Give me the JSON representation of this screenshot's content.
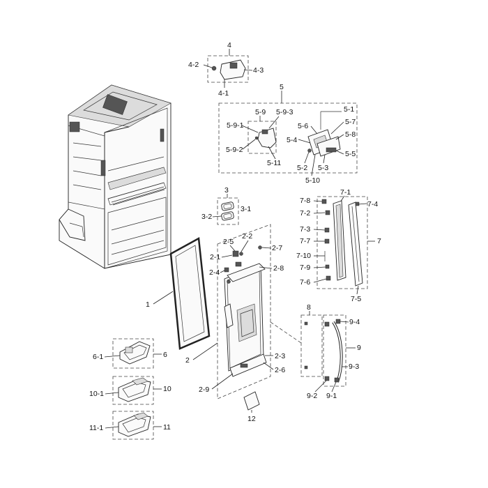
{
  "labels": {
    "l4": "4",
    "l4_1": "4-1",
    "l4_2": "4-2",
    "l4_3": "4-3",
    "l5": "5",
    "l5_1": "5-1",
    "l5_2": "5-2",
    "l5_3": "5-3",
    "l5_4": "5-4",
    "l5_5": "5-5",
    "l5_6": "5-6",
    "l5_7": "5-7",
    "l5_8": "5-8",
    "l5_9": "5-9",
    "l5_9_1": "5-9-1",
    "l5_9_2": "5-9-2",
    "l5_9_3": "5-9-3",
    "l5_10": "5-10",
    "l5_11": "5-11",
    "l3": "3",
    "l3_1": "3-1",
    "l3_2": "3-2",
    "l7": "7",
    "l7_1": "7-1",
    "l7_2": "7-2",
    "l7_3": "7-3",
    "l7_4": "7-4",
    "l7_5": "7-5",
    "l7_6": "7-6",
    "l7_7": "7-7",
    "l7_8": "7-8",
    "l7_9": "7-9",
    "l7_10": "7-10",
    "l1": "1",
    "l2": "2",
    "l2_1": "2-1",
    "l2_2": "2-2",
    "l2_3": "2-3",
    "l2_4": "2-4",
    "l2_5": "2-5",
    "l2_6": "2-6",
    "l2_7": "2-7",
    "l2_8": "2-8",
    "l2_9": "2-9",
    "l8": "8",
    "l9": "9",
    "l9_1": "9-1",
    "l9_2": "9-2",
    "l9_3": "9-3",
    "l9_4": "9-4",
    "l6": "6",
    "l6_1": "6-1",
    "l10": "10",
    "l10_1": "10-1",
    "l11": "11",
    "l11_1": "11-1",
    "l12": "12"
  }
}
